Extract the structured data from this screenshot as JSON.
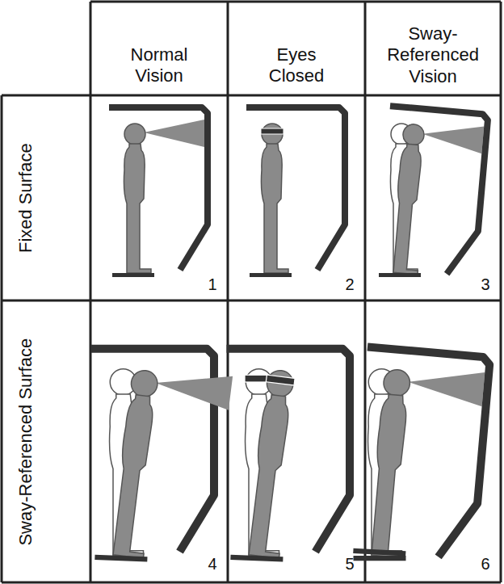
{
  "diagram": {
    "labels": [
      "Normal Vision",
      "Eyes Closed",
      "Sway-Referenced Vision",
      "Fixed Surface",
      "Sway-Referenced Surface",
      "1",
      "2",
      "3",
      "4",
      "5",
      "6"
    ]
  }
}
